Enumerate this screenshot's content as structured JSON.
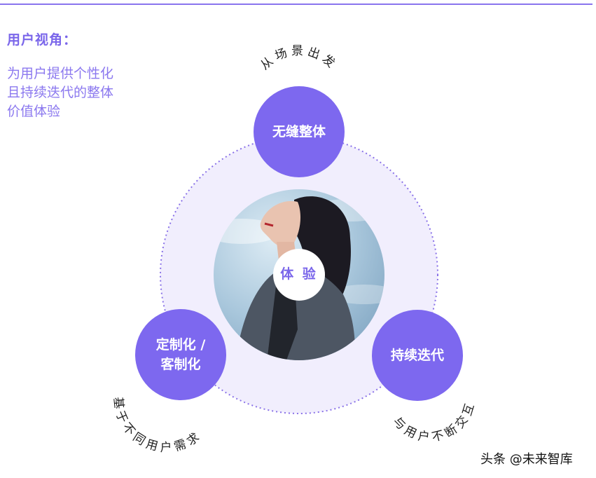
{
  "heading": "用户视角：",
  "description_lines": [
    "为用户提供个性化",
    "且持续迭代的整体",
    "价值体验"
  ],
  "center": {
    "label": "体 验"
  },
  "nodes": [
    {
      "label_lines": [
        "无缝整体"
      ],
      "caption": "从场景出发"
    },
    {
      "label_lines": [
        "定制化 /",
        "客制化"
      ],
      "caption": "基于不同用户需求"
    },
    {
      "label_lines": [
        "持续迭代"
      ],
      "caption": "与用户不断交互"
    }
  ],
  "watermark": "头条 @未来智库",
  "colors": {
    "accent": "#7a66ea",
    "node_fill": "#7d68ef",
    "ring_fill": "#f1eefd",
    "dotted_ring": "#8a72e8",
    "text_light": "#8b78ef"
  }
}
